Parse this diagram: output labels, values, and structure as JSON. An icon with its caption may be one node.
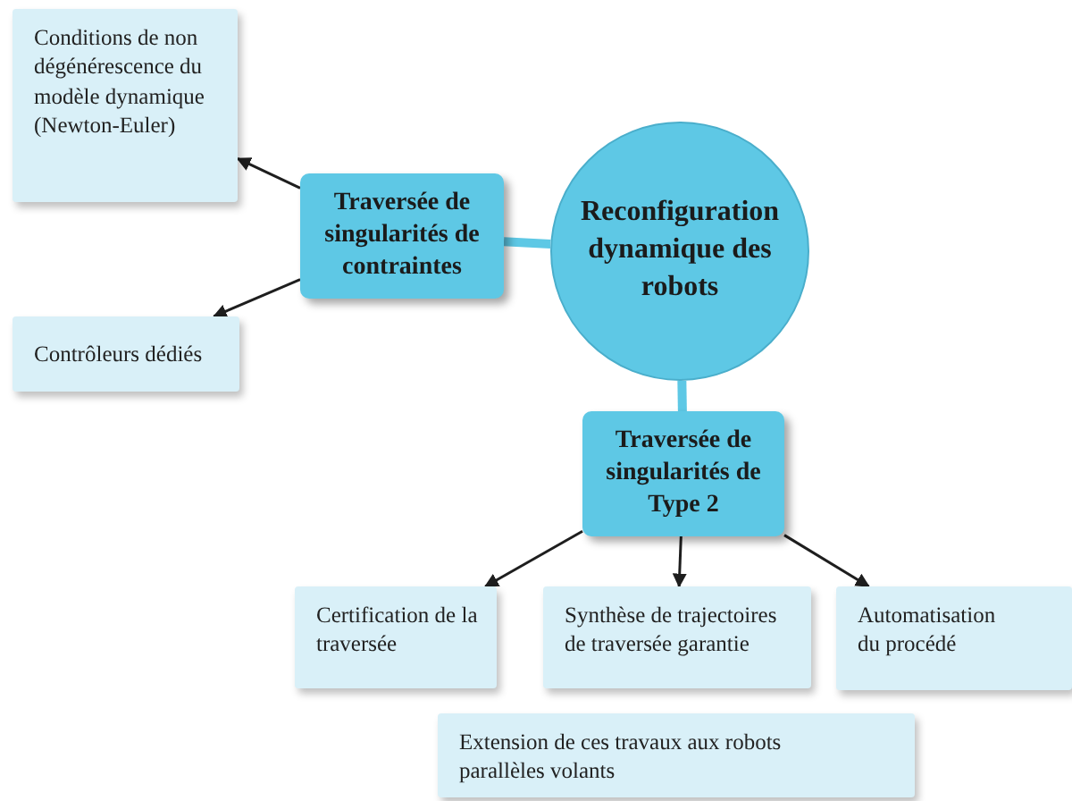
{
  "diagram": {
    "nodes": [
      {
        "text": [
          "Reconfiguration dynamique des robots"
        ]
      },
      {
        "text": [
          "Traversée de singularités de contraintes"
        ]
      },
      {
        "text": [
          "Conditions de non dégénérescence du modèle dynamique (Newton-Euler)"
        ]
      },
      {
        "text": [
          "Contrôleurs dédiés"
        ]
      },
      {
        "text": [
          "Traversée de singularités de Type 2"
        ]
      },
      {
        "text": [
          "Certification de la traversée"
        ]
      },
      {
        "text": [
          "Synthèse de trajectoires de traversée garantie"
        ]
      },
      {
        "text": [
          "Automatisation du procédé"
        ]
      },
      {
        "text": [
          "Extension de ces travaux aux robots parallèles volants"
        ]
      }
    ],
    "edges": [
      {
        "from": 0,
        "to": 1,
        "arrow": "none",
        "style": "thick",
        "color": "#5ec8e5"
      },
      {
        "from": 0,
        "to": 4,
        "arrow": "none",
        "style": "thick",
        "color": "#5ec8e5"
      },
      {
        "from": 1,
        "to": 2,
        "arrow": "to"
      },
      {
        "from": 1,
        "to": 3,
        "arrow": "to"
      },
      {
        "from": 4,
        "to": 5,
        "arrow": "to"
      },
      {
        "from": 4,
        "to": 6,
        "arrow": "to"
      },
      {
        "from": 4,
        "to": 7,
        "arrow": "to"
      }
    ]
  }
}
